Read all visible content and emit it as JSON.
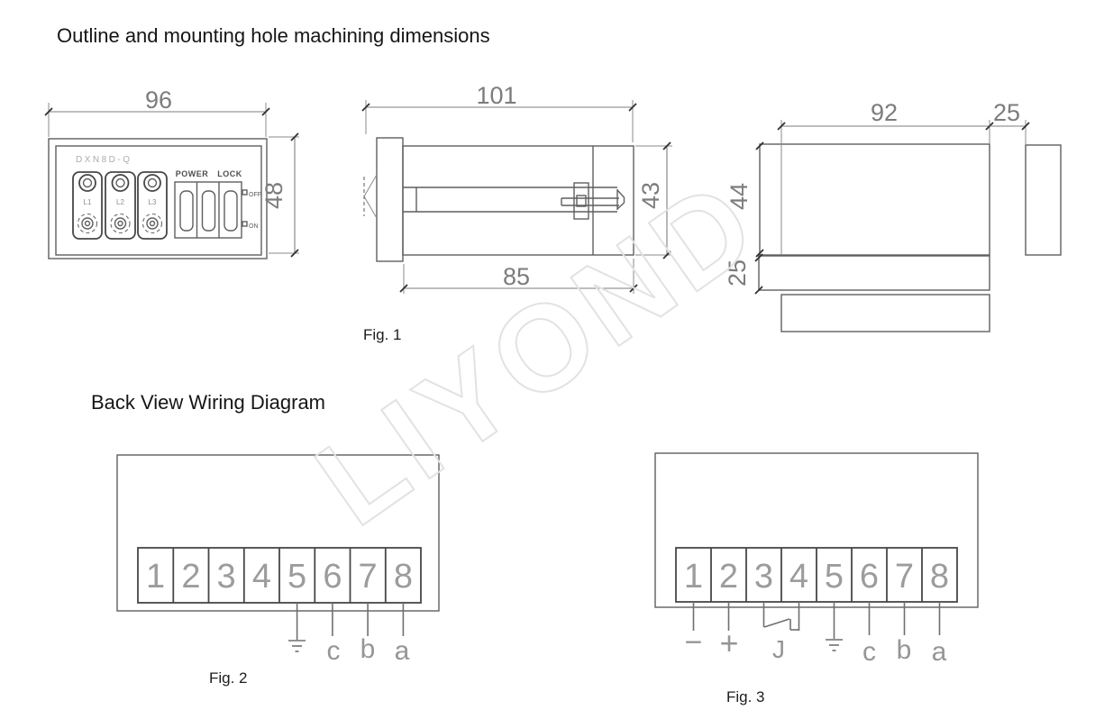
{
  "page": {
    "title": "Outline and mounting hole machining dimensions",
    "back_view_heading": "Back View Wiring Diagram",
    "watermark": "LIYOND"
  },
  "fig1": {
    "label": "Fig. 1",
    "front": {
      "model_text": "DXN8D-Q",
      "dim_width": "96",
      "dim_height": "48",
      "lamps": [
        "L1",
        "L2",
        "L3"
      ],
      "power_label": "POWER",
      "lock_label": "LOCK",
      "off_label": "OFF",
      "on_label": "ON"
    },
    "side": {
      "dim_overall": "101",
      "dim_body": "85",
      "dim_height": "43"
    },
    "cutout": {
      "dim_width": "92",
      "dim_offset": "25",
      "dim_height": "44",
      "dim_strip": "25"
    }
  },
  "fig2": {
    "label": "Fig. 2",
    "terminals": [
      "1",
      "2",
      "3",
      "4",
      "5",
      "6",
      "7",
      "8"
    ],
    "wires": {
      "c": "c",
      "b": "b",
      "a": "a"
    }
  },
  "fig3": {
    "label": "Fig. 3",
    "terminals": [
      "1",
      "2",
      "3",
      "4",
      "5",
      "6",
      "7",
      "8"
    ],
    "wires": {
      "minus": "−",
      "plus": "+",
      "relay": "J",
      "c": "c",
      "b": "b",
      "a": "a"
    }
  }
}
